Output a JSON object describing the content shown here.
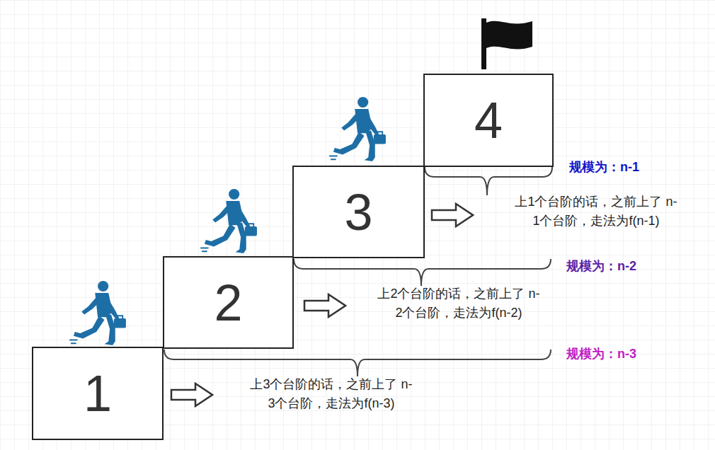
{
  "diagram": {
    "nodes": [
      {
        "text": [
          "1"
        ]
      },
      {
        "text": [
          "2"
        ]
      },
      {
        "text": [
          "3"
        ]
      },
      {
        "text": [
          "4"
        ]
      }
    ],
    "labels": [
      "规模为：n-1",
      "上1个台阶的话，之前上了 n-1个台阶，走法为f(n-1)",
      "规模为：n-2",
      "上2个台阶的话，之前上了 n-2个台阶，走法为f(n-2)",
      "规模为：n-3",
      "上3个台阶的话，之前上了 n-3个台阶，走法为f(n-3)"
    ]
  }
}
